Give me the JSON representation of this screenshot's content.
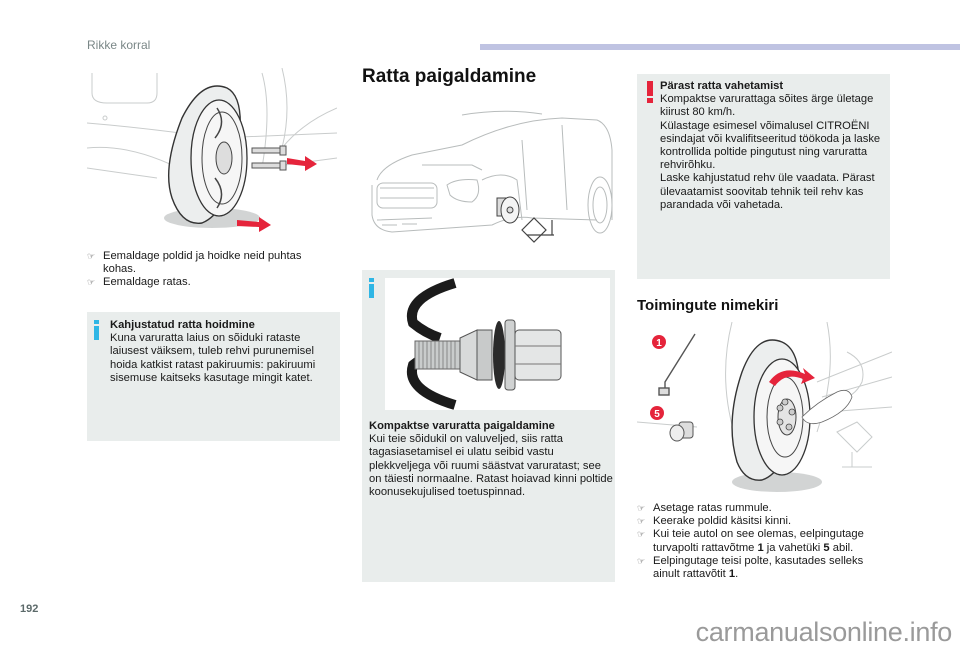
{
  "header": {
    "section_label": "Rikke korral",
    "accent_color": "#bfc3e2"
  },
  "left_column": {
    "illustration": "wheel-removal-illustration",
    "bullets": [
      "Eemaldage poldid ja hoidke neid puhtas kohas.",
      "Eemaldage ratas."
    ],
    "info_box": {
      "icon": "info-icon",
      "title": "Kahjustatud ratta hoidmine",
      "body": "Kuna varuratta laius on sõiduki rataste laiusest väiksem, tuleb rehvi purunemisel hoida katkist ratast pakiruumis: pakiruumi sisemuse kaitseks kasutage mingit katet."
    }
  },
  "middle_column": {
    "title": "Ratta paigaldamine",
    "car_illustration": "suv-on-jack-illustration",
    "info_box": {
      "icon": "info-icon",
      "illustration": "wheel-bolt-illustration",
      "title": "Kompaktse varuratta paigaldamine",
      "body": "Kui teie sõidukil on valuveljed, siis ratta tagasiasetamisel ei ulatu seibid vastu plekkveljega või ruumi säästvat varuratast; see on täiesti normaalne. Ratast hoiavad kinni poltide koonusekujulised toetuspinnad."
    }
  },
  "right_column": {
    "warning_box": {
      "icon": "warning-icon",
      "title": "Pärast ratta vahetamist",
      "lines": [
        "Kompaktse varurattaga sõites ärge ületage kiirust 80 km/h.",
        "Külastage esimesel võimalusel CITROËNI esindajat või kvalifitseeritud töökoda ja laske kontrollida poltide pingutust ning varuratta rehvirõhku.",
        "Laske kahjustatud rehv üle vaadata. Pärast ülevaatamist soovitab tehnik teil rehv kas parandada või vahetada."
      ]
    },
    "subtitle": "Toimingute nimekiri",
    "illustration": {
      "name": "tighten-bolts-illustration",
      "callouts": [
        "1",
        "5"
      ],
      "callout_color": "#e5243b"
    },
    "bullets": [
      {
        "text": "Asetage ratas rummule."
      },
      {
        "text": "Keerake poldid käsitsi kinni."
      },
      {
        "pre": "Kui teie autol on see olemas, eelpingutage turvapolti rattavõtme ",
        "b1": "1",
        "mid": " ja vahetüki ",
        "b2": "5",
        "post": " abil."
      },
      {
        "pre": "Eelpingutage teisi polte, kasutades selleks ainult rattavõtit ",
        "b1": "1",
        "post": "."
      }
    ]
  },
  "footer": {
    "page_number": "192",
    "watermark": "carmanualsonline.info"
  },
  "bullet_glyph": "☞"
}
